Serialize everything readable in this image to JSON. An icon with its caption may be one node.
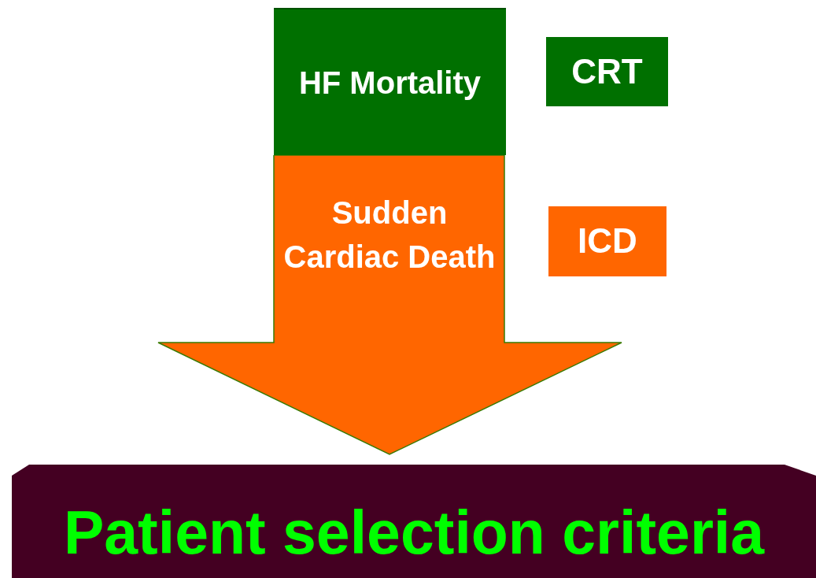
{
  "diagram": {
    "nodes": [
      {
        "text": [
          "HF Mortality"
        ]
      },
      {
        "text": [
          "Sudden Cardiac Death"
        ]
      },
      {
        "text": [
          "CRT"
        ]
      },
      {
        "text": [
          "ICD"
        ]
      },
      {
        "text": [
          "Patient selection criteria"
        ]
      }
    ]
  }
}
